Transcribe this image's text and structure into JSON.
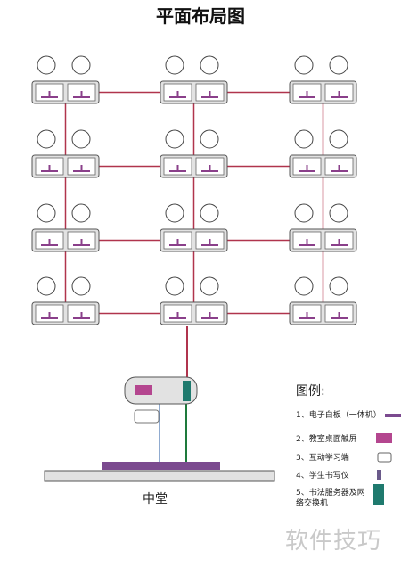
{
  "title": "平面布局图",
  "hall_label": "中堂",
  "legend": {
    "title": "图例:",
    "items": [
      {
        "number": "1、",
        "label": "电子白板（一体机）",
        "color": "#7b4a8f",
        "symbol": "whiteboard-bar"
      },
      {
        "number": "2、",
        "label": "教室桌面触屏",
        "color": "#b4468f",
        "symbol": "touch-screen"
      },
      {
        "number": "3、",
        "label": "互动学习端",
        "color": "#ffffff",
        "symbol": "learning-terminal"
      },
      {
        "number": "4、",
        "label": "学生书写仪",
        "color": "#6a5a8a",
        "symbol": "writing-device"
      },
      {
        "number": "5、",
        "label": "书法服务器及网络交换机",
        "color": "#1f7a6e",
        "symbol": "server-switch"
      }
    ]
  },
  "watermark": "软件技巧",
  "layout": {
    "rows": 4,
    "columns": 3,
    "seats_per_desk": 2,
    "network_line_color": "#b0344d",
    "blue_line_color": "#6a8fc0",
    "green_line_color": "#1e7a3c",
    "desk_fill": "#e2e2e2",
    "screen_bar_color": "#8a3f8a"
  }
}
